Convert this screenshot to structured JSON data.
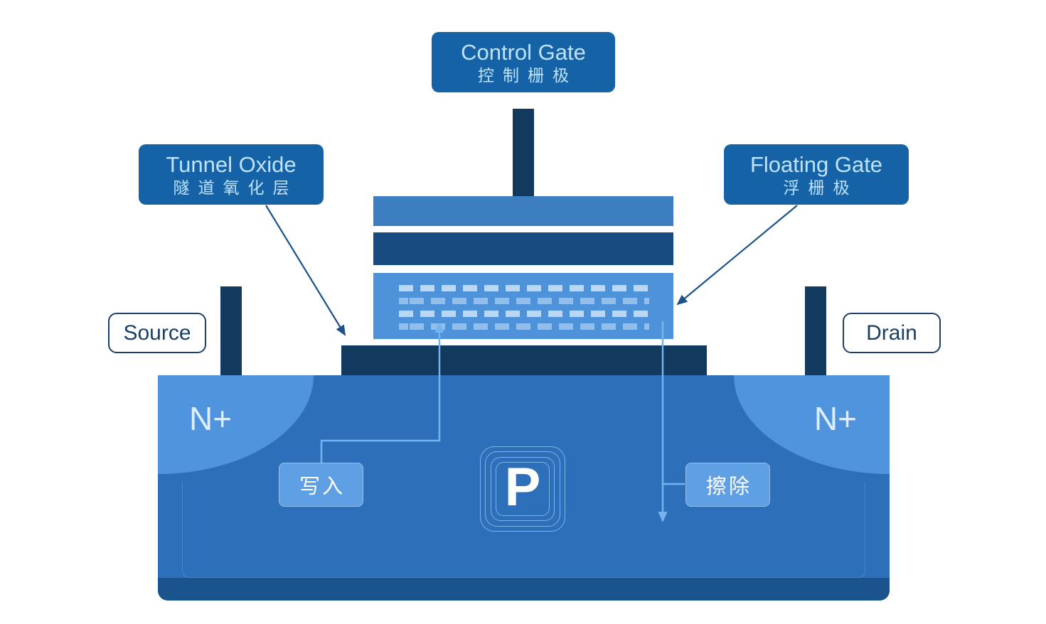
{
  "diagram": {
    "labels": {
      "control_gate": {
        "en": "Control Gate",
        "zh": "控制栅极"
      },
      "tunnel_oxide": {
        "en": "Tunnel Oxide",
        "zh": "隧道氧化层"
      },
      "floating_gate": {
        "en": "Floating Gate",
        "zh": "浮栅极"
      },
      "source": "Source",
      "drain": "Drain",
      "n_plus_left": "N+",
      "n_plus_right": "N+",
      "substrate": "P",
      "write": "写入",
      "erase": "擦除"
    },
    "colors": {
      "background": "#FFFFFF",
      "callout_box": "#1563A6",
      "callout_text": "#BFE2FC",
      "contact_dark": "#123A5F",
      "gate_layer_top": "#3C7EC0",
      "gate_layer_mid": "#184C80",
      "floating_gate_layer": "#4E93D9",
      "tunnel_oxide_layer": "#123A5F",
      "substrate_body": "#2E6FBA",
      "substrate_bottom": "#1B538C",
      "n_plus_region": "#4F94DD",
      "action_box": "#5FA0E4",
      "action_line": "#74B3ED",
      "pointer_line": "#1B5289",
      "outline_label_border": "#1B4066"
    }
  }
}
